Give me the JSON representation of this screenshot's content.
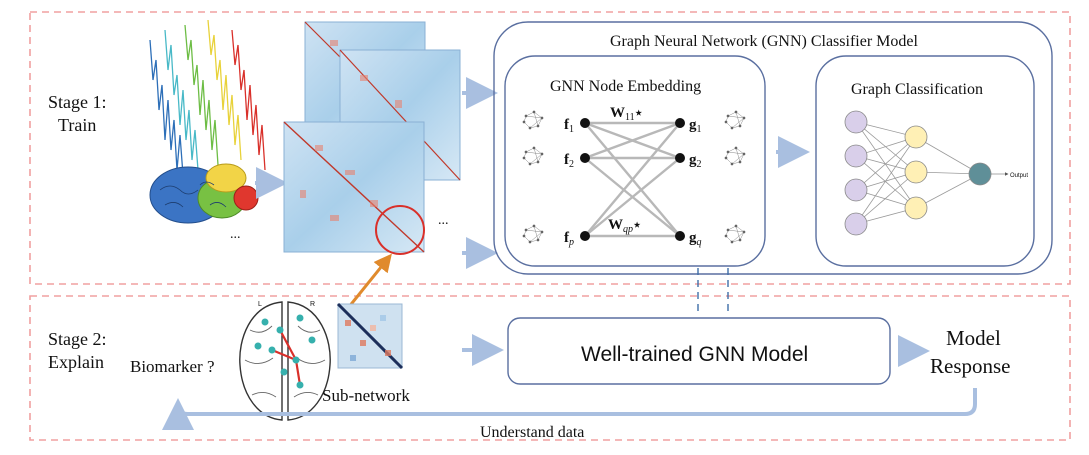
{
  "stage1": {
    "line1": "Stage 1:",
    "line2": "Train"
  },
  "stage2": {
    "line1": "Stage 2:",
    "line2": "Explain"
  },
  "ellipsis": "...",
  "brain_labels": {
    "left": "L",
    "right": "R"
  },
  "biomarker_label": "Biomarker ?",
  "subnetwork_label": "Sub-network",
  "gnn_classifier_title": "Graph Neural Network (GNN) Classifier Model",
  "node_embedding_title": "GNN Node Embedding",
  "graph_classification_title": "Graph Classification",
  "output_label": "Output",
  "nodes": {
    "f1_base": "f",
    "f1_sub": "1",
    "f2_base": "f",
    "f2_sub": "2",
    "fp_base": "f",
    "fp_sub": "p",
    "g1_base": "g",
    "g1_sub": "1",
    "g2_base": "g",
    "g2_sub": "2",
    "gq_base": "g",
    "gq_sub": "q"
  },
  "weights": {
    "w11_base": "W",
    "w11_sub": "11",
    "w11_star": "⋆",
    "wqp_base": "W",
    "wqp_sub": "qp",
    "wqp_star": "⋆"
  },
  "well_trained_label": "Well-trained GNN Model",
  "model_response": {
    "line1": "Model",
    "line2": "Response"
  },
  "understand_data_label": "Understand data",
  "colors": {
    "dashed_border": "#f0a0a0",
    "box_border": "#5a6fa0",
    "arrow": "#a9bfe0",
    "orange_arrow": "#e08a2c",
    "circle_red": "#d9302a",
    "input_node": "#d9cfea",
    "hidden_node": "#fff0b5",
    "output_node": "#5f8f98"
  }
}
